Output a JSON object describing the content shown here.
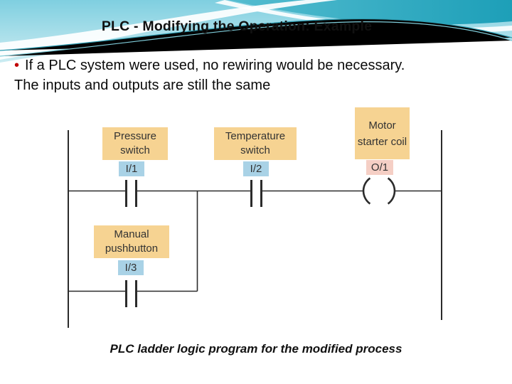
{
  "slide": {
    "title": "PLC - Modifying the Operation: Example",
    "bullet": {
      "marker": "•",
      "line1": "If a PLC system were used, no rewiring would be necessary.",
      "line2": "The inputs and outputs are still the same"
    },
    "caption": "PLC ladder logic program for the modified process"
  },
  "diagram": {
    "type": "ladder-logic",
    "components": {
      "pressure": {
        "kind": "normally-open-contact",
        "label": "Pressure switch",
        "address": "I/1"
      },
      "temperature": {
        "kind": "normally-open-contact",
        "label": "Temperature switch",
        "address": "I/2"
      },
      "manual": {
        "kind": "normally-open-contact",
        "label": "Manual pushbutton",
        "address": "I/3"
      },
      "motor": {
        "kind": "output-coil",
        "label": "Motor starter coil",
        "address": "O/1"
      }
    },
    "structure": "rung: (I/1 OR I/3 parallel branch) in series with I/2, output O/1"
  },
  "colors": {
    "device_label_bg": "#f6d392",
    "input_address_bg": "#a9d2e6",
    "output_address_bg": "#f5cfc5",
    "line": "#2b2b2b",
    "bullet": "#c00000",
    "header_teal_dark": "#1d9fb8",
    "header_teal_light": "#8ad2e2"
  }
}
